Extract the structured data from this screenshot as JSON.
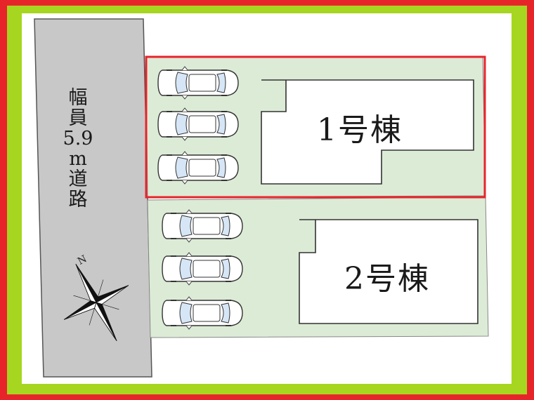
{
  "road": {
    "label_chars": [
      "幅",
      "員",
      "5.9",
      "m",
      "道",
      "路"
    ]
  },
  "lots": [
    {
      "building_label": "1号棟",
      "parking_spaces": 3,
      "highlighted": true
    },
    {
      "building_label": "2号棟",
      "parking_spaces": 3,
      "highlighted": false
    }
  ],
  "compass": {
    "label": "N",
    "icon": "compass-rose-icon"
  },
  "colors": {
    "outer_frame": "#e8242b",
    "inner_frame": "#a6d61f",
    "lot_fill": "#dcebd6",
    "road_fill": "#c8c8c8",
    "highlight": "#e8242b"
  }
}
